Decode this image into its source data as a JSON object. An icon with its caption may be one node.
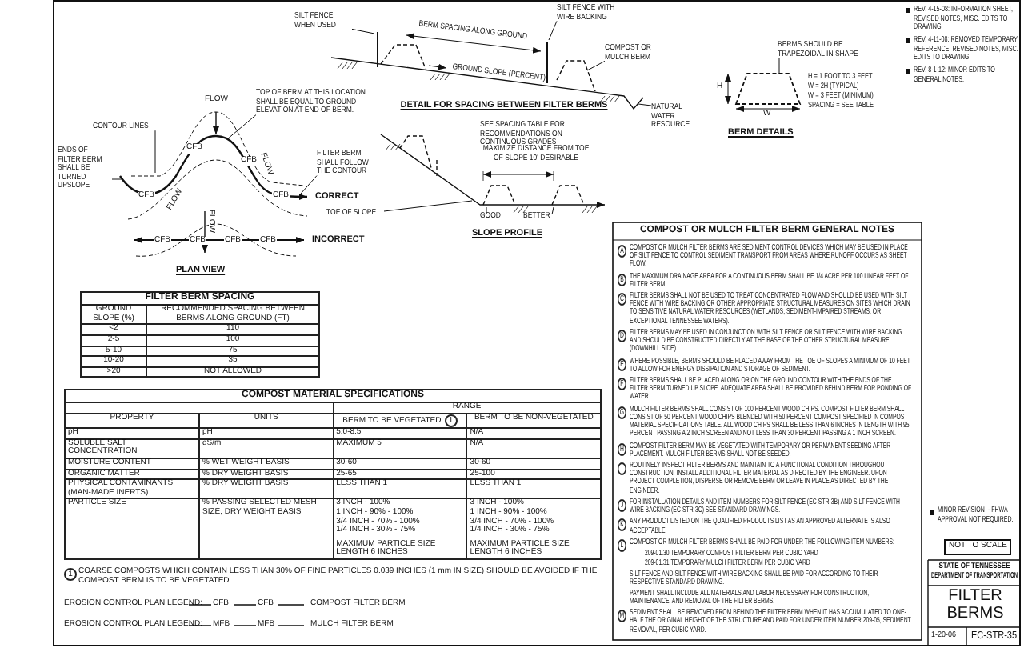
{
  "diagram": {
    "nodes": [
      {
        "text": [
          "CONTOUR LINES"
        ]
      },
      {
        "text": [
          "TOP OF BERM AT THIS LOCATION SHALL BE EQUAL TO GROUND ELEVATION AT END OF BERM."
        ]
      },
      {
        "text": [
          "ENDS OF FILTER BERM SHALL BE TURNED UPSLOPE"
        ]
      },
      {
        "text": [
          "FILTER BERM SHALL FOLLOW THE CONTOUR"
        ]
      },
      {
        "text": [
          "SILT FENCE WHEN USED"
        ]
      },
      {
        "text": [
          "SILT FENCE WITH WIRE BACKING"
        ]
      },
      {
        "text": [
          "COMPOST OR MULCH BERM"
        ]
      },
      {
        "text": [
          "NATURAL WATER RESOURCE"
        ]
      },
      {
        "text": [
          "TOE OF SLOPE"
        ]
      },
      {
        "text": [
          "GOOD"
        ]
      },
      {
        "text": [
          "BETTER"
        ]
      },
      {
        "text": [
          "BERMS SHOULD BE TRAPEZOIDAL IN SHAPE"
        ]
      },
      {
        "text": [],
        "shape": "picture"
      },
      {
        "text": [],
        "shape": "picture"
      },
      {
        "text": [],
        "shape": "picture"
      },
      {
        "text": [],
        "shape": "picture"
      }
    ],
    "edges": [
      {
        "from": 0,
        "to": 12,
        "arrow": "none"
      },
      {
        "from": 1,
        "to": 12,
        "arrow": "none"
      },
      {
        "from": 2,
        "to": 12,
        "arrow": "none"
      },
      {
        "from": 3,
        "to": 12,
        "arrow": "none"
      },
      {
        "from": 4,
        "to": 13,
        "arrow": "none"
      },
      {
        "from": 5,
        "to": 13,
        "arrow": "none"
      },
      {
        "from": 6,
        "to": 13,
        "arrow": "none"
      },
      {
        "from": 7,
        "to": 13,
        "arrow": "none"
      },
      {
        "from": 8,
        "to": 14,
        "arrow": "none"
      },
      {
        "from": 9,
        "to": 14,
        "arrow": "none"
      },
      {
        "from": 10,
        "to": 14,
        "arrow": "none"
      },
      {
        "from": 11,
        "to": 15,
        "arrow": "none"
      }
    ],
    "labels": [
      "FLOW",
      "FLOW",
      "FLOW",
      "FLOW",
      "CFB",
      "CFB",
      "CFB",
      "CFB",
      "CFB",
      "CFB",
      "CFB",
      "CFB",
      "CORRECT",
      "INCORRECT",
      "PLAN VIEW",
      "BERM SPACING ALONG GROUND",
      "GROUND SLOPE (PERCENT)",
      "DETAIL FOR SPACING BETWEEN FILTER BERMS",
      "SEE SPACING TABLE FOR RECOMMENDATIONS ON CONTINUOUS GRADES",
      "MAXIMIZE DISTANCE FROM TOE OF SLOPE 10' DESIRABLE",
      "SLOPE PROFILE",
      "H",
      "W",
      "H = 1 FOOT TO 3 FEET",
      "W = 2H (TYPICAL)",
      "W = 3 FEET (MINIMUM)",
      "SPACING = SEE TABLE",
      "BERM DETAILS",
      "REV. 4-15-08: INFORMATION SHEET, REVISED NOTES, MISC. EDITS TO DRAWING.",
      "REV. 4-11-08: REMOVED TEMPORARY REFERENCE, REVISED NOTES, MISC. EDITS TO DRAWING.",
      "REV. 8-1-12: MINOR EDITS TO GENERAL NOTES.",
      "FILTER BERM SPACING",
      "GROUND SLOPE (%)",
      "RECOMMENDED SPACING BETWEEN BERMS ALONG GROUND (FT)",
      "<2",
      "110",
      "2-5",
      "100",
      "5-10",
      "75",
      "10-20",
      "35",
      ">20",
      "NOT ALLOWED",
      "COMPOST MATERIAL SPECIFICATIONS",
      "RANGE",
      "PROPERTY",
      "UNITS",
      "BERM TO BE VEGETATED",
      "1",
      "BERM TO BE NON-VEGETATED",
      "pH",
      "pH",
      "5.0-8.5",
      "N/A",
      "SOLUBLE SALT CONCENTRATION",
      "dS/m",
      "MAXIMUM 5",
      "N/A",
      "MOISTURE CONTENT",
      "% WET WEIGHT BASIS",
      "30-60",
      "30-60",
      "ORGANIC MATTER",
      "% DRY WEIGHT BASIS",
      "25-65",
      "25-100",
      "PHYSICAL CONTAMINANTS (MAN-MADE INERTS)",
      "% DRY WEIGHT BASIS",
      "LESS THAN 1",
      "LESS THAN 1",
      "PARTICLE SIZE",
      "% PASSING SELECTED MESH SIZE, DRY WEIGHT BASIS",
      "3 INCH - 100%",
      "1 INCH - 90% - 100%",
      "3/4 INCH - 70% - 100%",
      "1/4 INCH - 30% - 75%",
      "MAXIMUM PARTICLE SIZE LENGTH 6 INCHES",
      "3 INCH - 100%",
      "1 INCH - 90% - 100%",
      "3/4 INCH - 70% - 100%",
      "1/4 INCH - 30% - 75%",
      "MAXIMUM PARTICLE SIZE LENGTH 6 INCHES",
      "1",
      "COARSE COMPOSTS WHICH CONTAIN LESS THAN 30% OF FINE PARTICLES 0.039 INCHES (1 mm IN SIZE) SHOULD BE AVOIDED IF THE COMPOST BERM IS TO BE VEGETATED",
      "EROSION CONTROL PLAN LEGEND:",
      "CFB",
      "CFB",
      "EROSION CONTROL PLAN LEGEND:",
      "MFB",
      "MFB",
      "COMPOST OR MULCH FILTER BERM GENERAL NOTES",
      "A",
      "COMPOST OR MULCH FILTER BERMS ARE SEDIMENT CONTROL DEVICES WHICH MAY BE USED IN PLACE OF SILT FENCE TO CONTROL SEDIMENT TRANSPORT FROM AREAS WHERE RUNOFF OCCURS AS SHEET FLOW.",
      "B",
      "THE MAXIMUM DRAINAGE AREA FOR A CONTINUOUS BERM SHALL BE 1/4 ACRE PER 100 LINEAR FEET OF FILTER BERM.",
      "C",
      "FILTER BERMS SHALL NOT BE USED TO TREAT CONCENTRATED FLOW AND SHOULD BE USED WITH SILT FENCE WITH WIRE BACKING OR OTHER APPROPRIATE STRUCTURAL MEASURES ON SITES WHICH DRAIN TO SENSITIVE NATURAL WATER RESOURCES (WETLANDS, SEDIMENT-IMPAIRED STREAMS, OR EXCEPTIONAL TENNESSEE WATERS).",
      "D",
      "FILTER BERMS MAY BE USED IN CONJUNCTION WITH SILT FENCE OR SILT FENCE WITH WIRE BACKING AND SHOULD BE CONSTRUCTED DIRECTLY AT THE BASE OF THE OTHER STRUCTURAL MEASURE (DOWNHILL SIDE).",
      "E",
      "WHERE POSSIBLE, BERMS SHOULD BE PLACED AWAY FROM THE TOE OF SLOPES A MINIMUM OF 10 FEET TO ALLOW FOR ENERGY DISSIPATION AND STORAGE OF SEDIMENT.",
      "F",
      "FILTER BERMS SHALL BE PLACED ALONG OR ON THE GROUND CONTOUR WITH THE ENDS OF THE FILTER BERM TURNED UP SLOPE. ADEQUATE AREA SHALL BE PROVIDED BEHIND BERM FOR PONDING OF WATER.",
      "G",
      "MULCH FILTER BERMS SHALL CONSIST OF 100 PERCENT WOOD CHIPS. COMPOST FILTER BERM SHALL CONSIST OF 50 PERCENT WOOD CHIPS BLENDED WITH 50 PERCENT COMPOST SPECIFIED IN COMPOST MATERIAL SPECIFICATIONS TABLE. ALL WOOD CHIPS SHALL BE LESS THAN 6 INCHES IN LENGTH WITH 95 PERCENT PASSING A 2 INCH SCREEN AND NOT LESS THAN 30 PERCENT PASSING A 1 INCH SCREEN.",
      "H",
      "COMPOST FILTER BERM MAY BE VEGETATED WITH TEMPORARY OR PERMANENT SEEDING AFTER PLACEMENT. MULCH FILTER BERMS SHALL NOT BE SEEDED.",
      "I",
      "ROUTINELY INSPECT FILTER BERMS AND MAINTAIN TO A FUNCTIONAL CONDITION THROUGHOUT CONSTRUCTION. INSTALL ADDITIONAL FILTER MATERIAL AS DIRECTED BY THE ENGINEER. UPON PROJECT COMPLETION, DISPERSE OR REMOVE BERM OR LEAVE IN PLACE AS DIRECTED BY THE ENGINEER.",
      "J",
      "FOR INSTALLATION DETAILS AND ITEM NUMBERS FOR SILT FENCE (EC-STR-3B) AND SILT FENCE WITH WIRE BACKING (EC-STR-3C) SEE STANDARD DRAWINGS.",
      "K",
      "ANY PRODUCT LISTED ON THE QUALIFIED PRODUCTS LIST AS AN APPROVED ALTERNATE IS ALSO ACCEPTABLE.",
      "L",
      "COMPOST OR MULCH FILTER BERMS SHALL BE PAID FOR UNDER THE FOLLOWING ITEM NUMBERS:",
      "209-01.30 TEMPORARY COMPOST FILTER BERM PER CUBIC YARD",
      "209-01.31 TEMPORARY MULCH FILTER BERM PER CUBIC YARD",
      "SILT FENCE AND SILT FENCE WITH WIRE BACKING SHALL BE PAID FOR ACCORDING TO THEIR RESPECTIVE STANDARD DRAWING.",
      "PAYMENT SHALL INCLUDE ALL MATERIALS AND LABOR NECESSARY FOR CONSTRUCTION, MAINTENANCE, AND REMOVAL OF THE FILTER BERMS.",
      "M",
      "SEDIMENT SHALL BE REMOVED FROM BEHIND THE FILTER BERM WHEN IT HAS ACCUMULATED TO ONE-HALF THE ORIGINAL HEIGHT OF THE STRUCTURE AND PAID FOR UNDER ITEM NUMBER 209-05, SEDIMENT REMOVAL, PER CUBIC YARD.",
      "MINOR REVISION -- FHWA APPROVAL NOT REQUIRED.",
      "NOT TO SCALE",
      "STATE OF TENNESSEE",
      "DEPARTMENT OF TRANSPORTATION",
      "FILTER BERMS",
      "1-20-06",
      "EC-STR-35"
    ],
    "legend": [
      {
        "text": "COMPOST FILTER BERM"
      },
      {
        "text": "MULCH FILTER BERM"
      }
    ]
  }
}
